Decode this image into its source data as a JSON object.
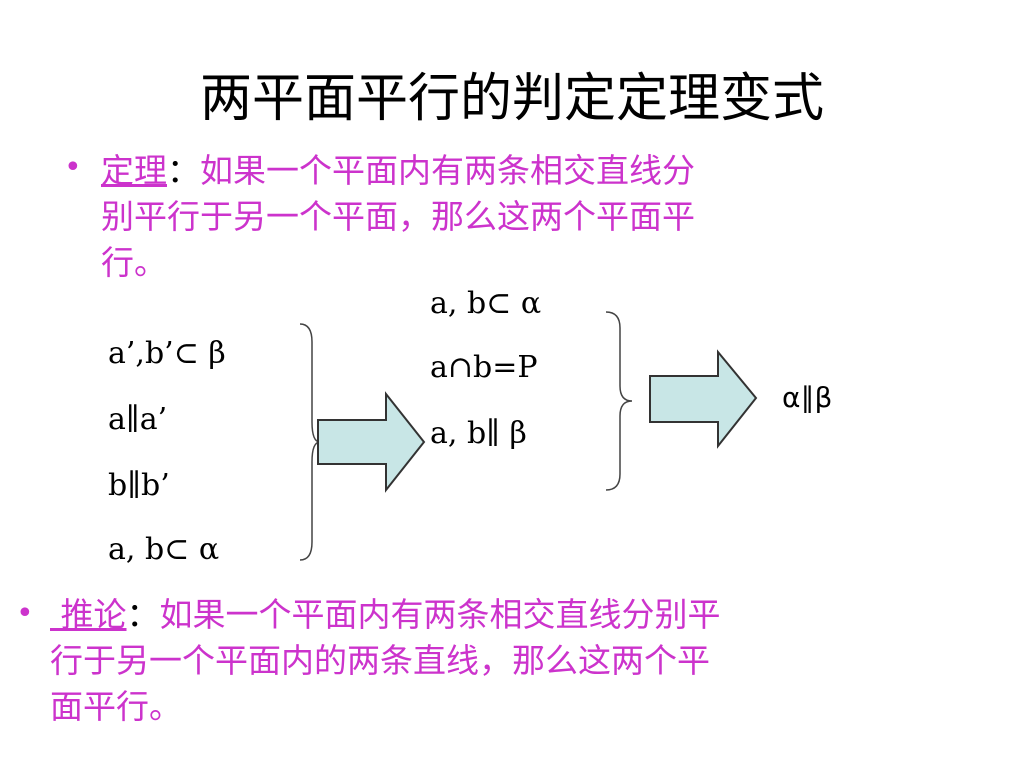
{
  "slide": {
    "title": "两平面平行的判定定理变式"
  },
  "theorem": {
    "bullet": "•",
    "term": "定理",
    "colon": "：",
    "text_line1": "如果一个平面内有两条相交直线分",
    "text_line2": "别平行于另一个平面，那么这两个平面平",
    "text_line3": "行。"
  },
  "diagram": {
    "left_conditions": [
      "a’,b’⊂ β",
      "a∥a’",
      "b∥b’",
      "a, b⊂ α"
    ],
    "middle_conditions": [
      "a, b⊂ α",
      "a∩b=P",
      "a, b∥ β"
    ],
    "conclusion": "α∥β",
    "arrow_fill": "#c8e6e6",
    "arrow_stroke": "#333333"
  },
  "corollary": {
    "bullet": "•",
    "term": "推论",
    "colon": "：",
    "text_line1": "如果一个平面内有两条相交直线分别平",
    "text_line2": "行于另一个平面内的两条直线，那么这两个平",
    "text_line3": "面平行。"
  },
  "colors": {
    "accent_text": "#cc33cc"
  }
}
